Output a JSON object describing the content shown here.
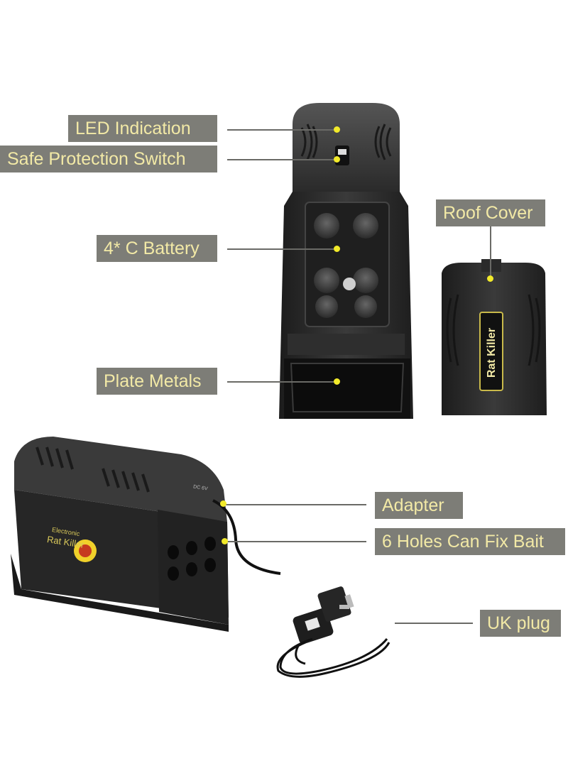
{
  "labels": {
    "led_indication": "LED Indication",
    "safe_protection_switch": "Safe Protection Switch",
    "battery": "4* C Battery",
    "plate_metals": "Plate Metals",
    "roof_cover": "Roof Cover",
    "adapter": "Adapter",
    "bait_holes": "6 Holes Can Fix Bait",
    "uk_plug": "UK plug"
  },
  "device_text": {
    "cover_brand": "Rat Killer",
    "front_brand_small": "Electronic",
    "front_brand": "Rat Killer",
    "dc_rating": "DC 6V"
  },
  "colors": {
    "label_bg": "#7d7d77",
    "label_text": "#f2e9a6",
    "marker": "#f2ea2a",
    "device_body": "#2a2a2a"
  }
}
